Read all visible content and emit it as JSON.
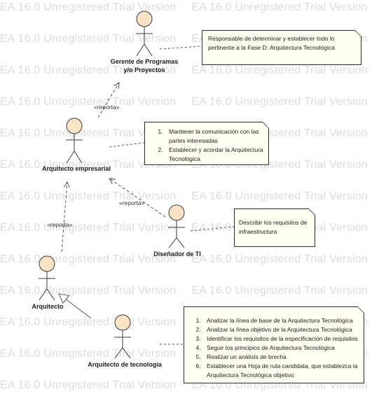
{
  "watermark": "EA 16.0 Unregistered Trial Version",
  "actors": {
    "gerente": "Gerente de Programas y/o Proyectos",
    "arquitecto_empresarial": "Arquitecto empresarial",
    "disenador_ti": "Diseñador de TI",
    "arquitecto": "Arquitecto",
    "arquitecto_tecnologia": "Arquitecto de tecnología"
  },
  "stereotypes": {
    "reporta_1": "«reporta»",
    "reporta_2": "«reporta»",
    "reporta_3": "«reporta»"
  },
  "notes": {
    "gerente_note": "Responsable de determinar y establecer todo lo pertinente a la Fase D: Arquitectura Tecnológica",
    "empresarial_items": [
      "Mantener la comunicación con las partes interesadas",
      "Establecer y acordar la Arquitectura Tecnológica"
    ],
    "disenador_note": "Describir los requisitos de infraestructura",
    "tecnologia_items": [
      "Analizar la línea de base de la Arquitectura Tecnológica",
      "Analizar la línea objetivo de la Arquitectura Tecnológica",
      "Identificar los requisitos de la especificación de requisitos",
      "Seguir los principios de Arquitectura Tecnológica",
      "Realizar un análisis de brecha",
      "Establecer una Hoja de ruta candidata, que establezca la Arquitectura Tecnológica objetivo"
    ]
  },
  "colors": {
    "actor_fill": "#fbe3c6",
    "actor_stroke": "#3a3a3a",
    "note_fill": "#fffef0",
    "watermark": "#dcdcdc"
  }
}
